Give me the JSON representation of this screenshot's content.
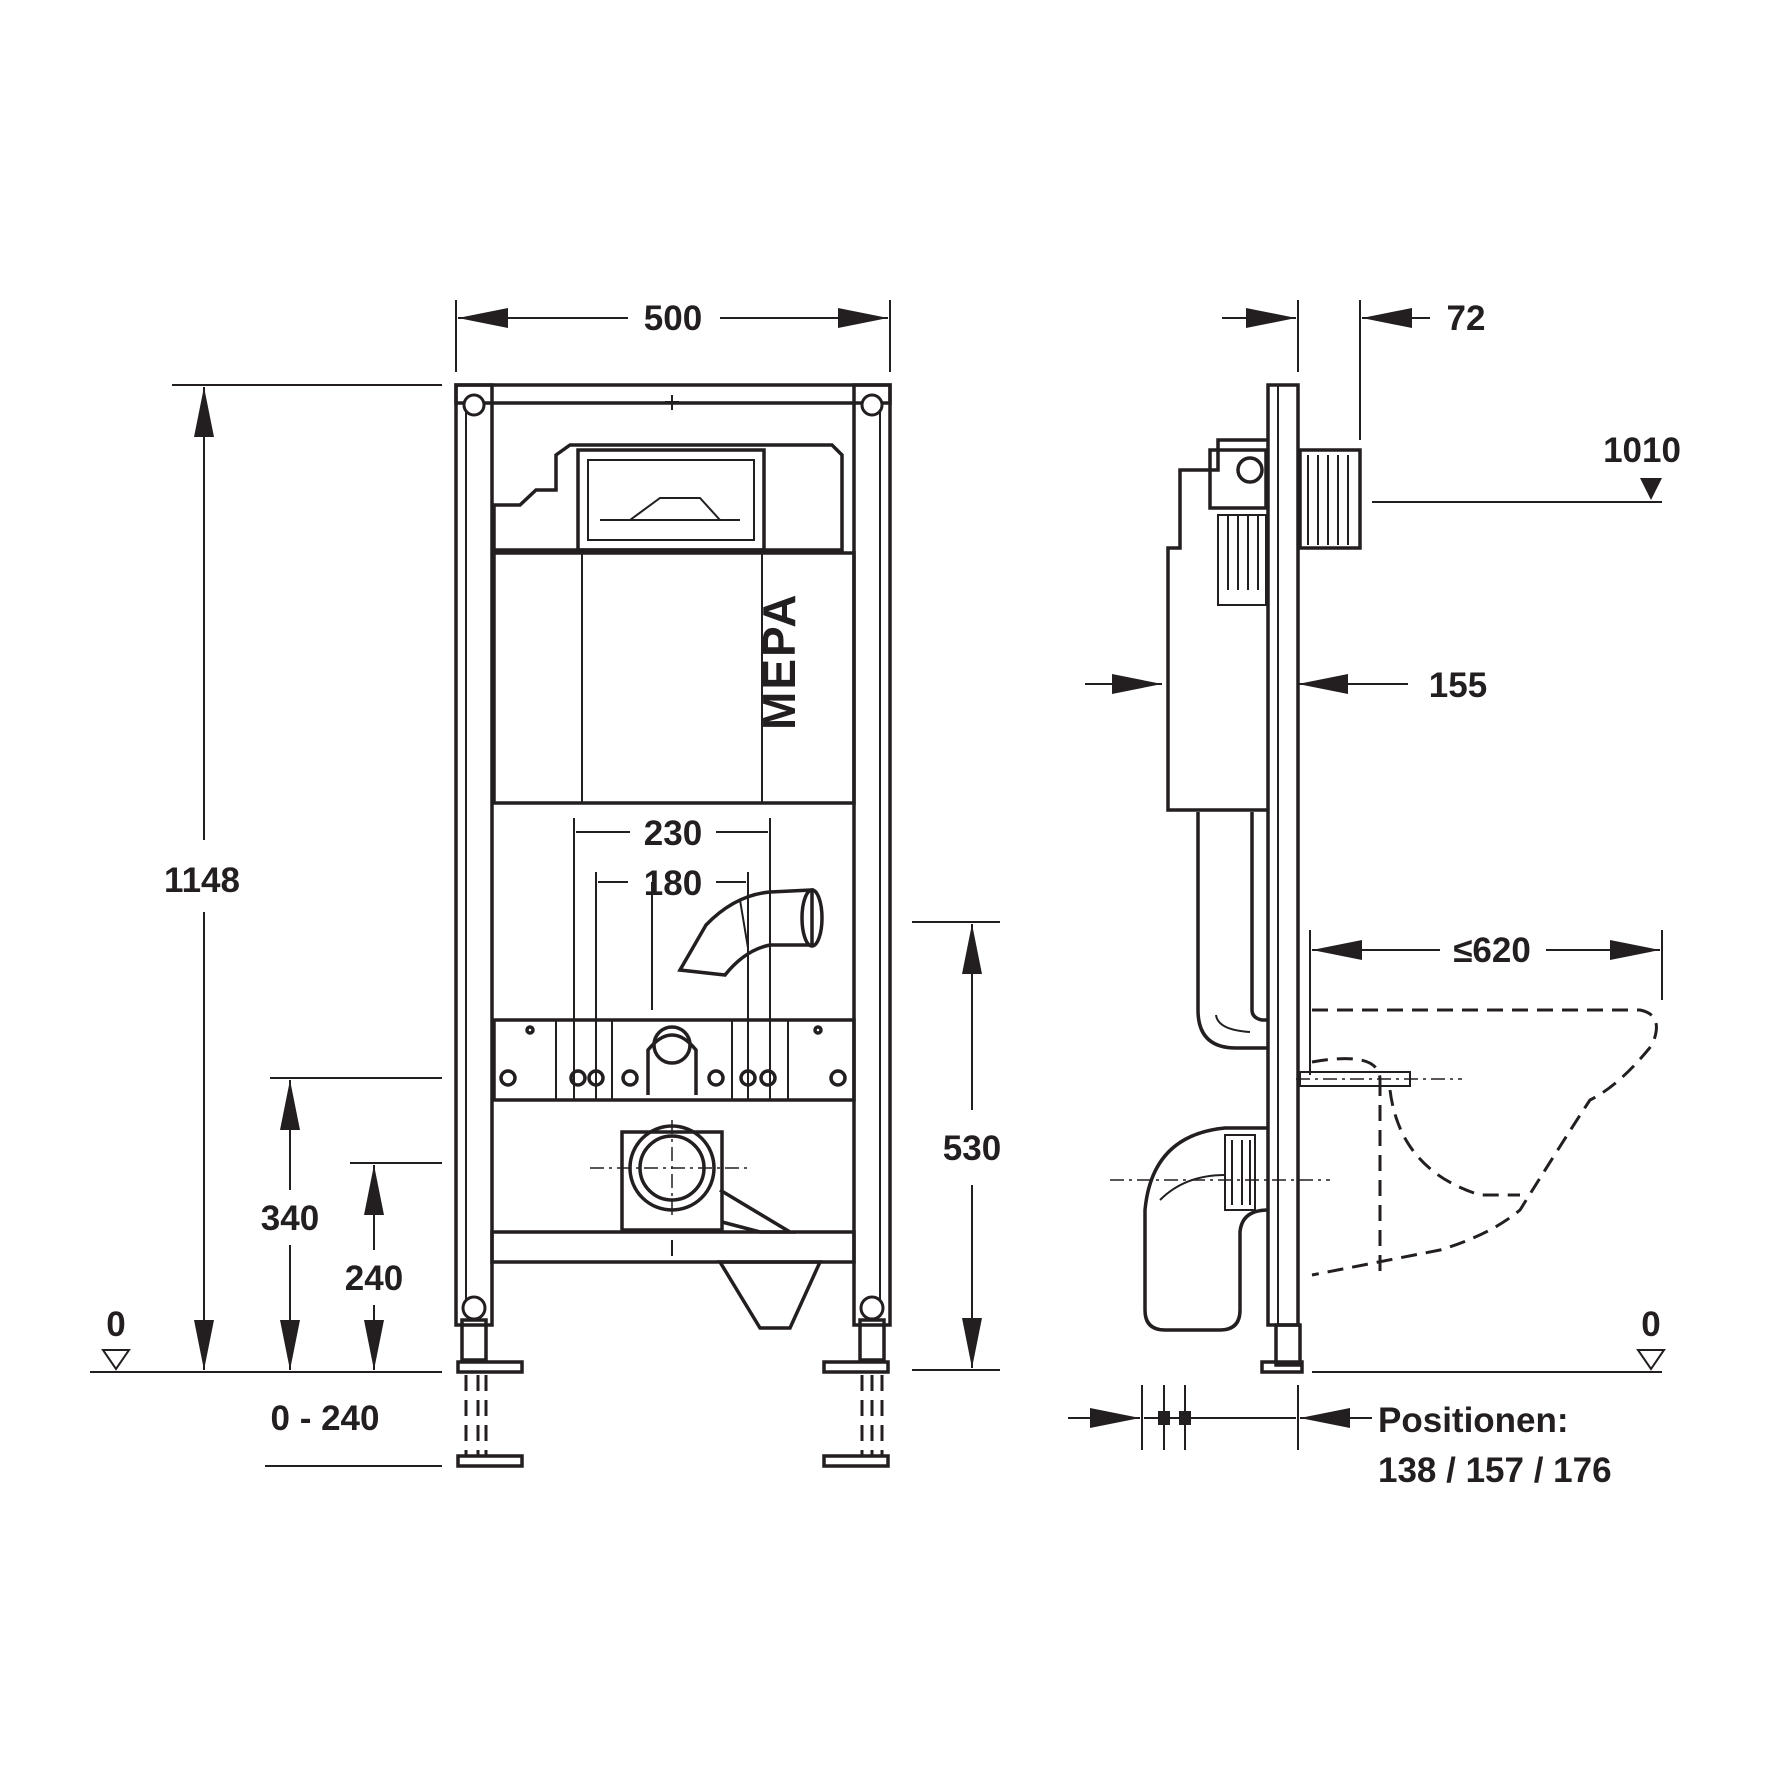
{
  "brand": "MEPA",
  "front_view": {
    "width_label": "500",
    "height_label": "1148",
    "inner_spacing_230": "230",
    "inner_spacing_180": "180",
    "height_340": "340",
    "height_240": "240",
    "height_530": "530",
    "zero_level": "0",
    "foot_adjust_range": "0 - 240"
  },
  "side_view": {
    "depth_72": "72",
    "height_1010": "1010",
    "depth_155": "155",
    "bowl_max": "≤620",
    "zero_level": "0",
    "positions_label": "Positionen:",
    "positions_values": "138 / 157 / 176"
  }
}
